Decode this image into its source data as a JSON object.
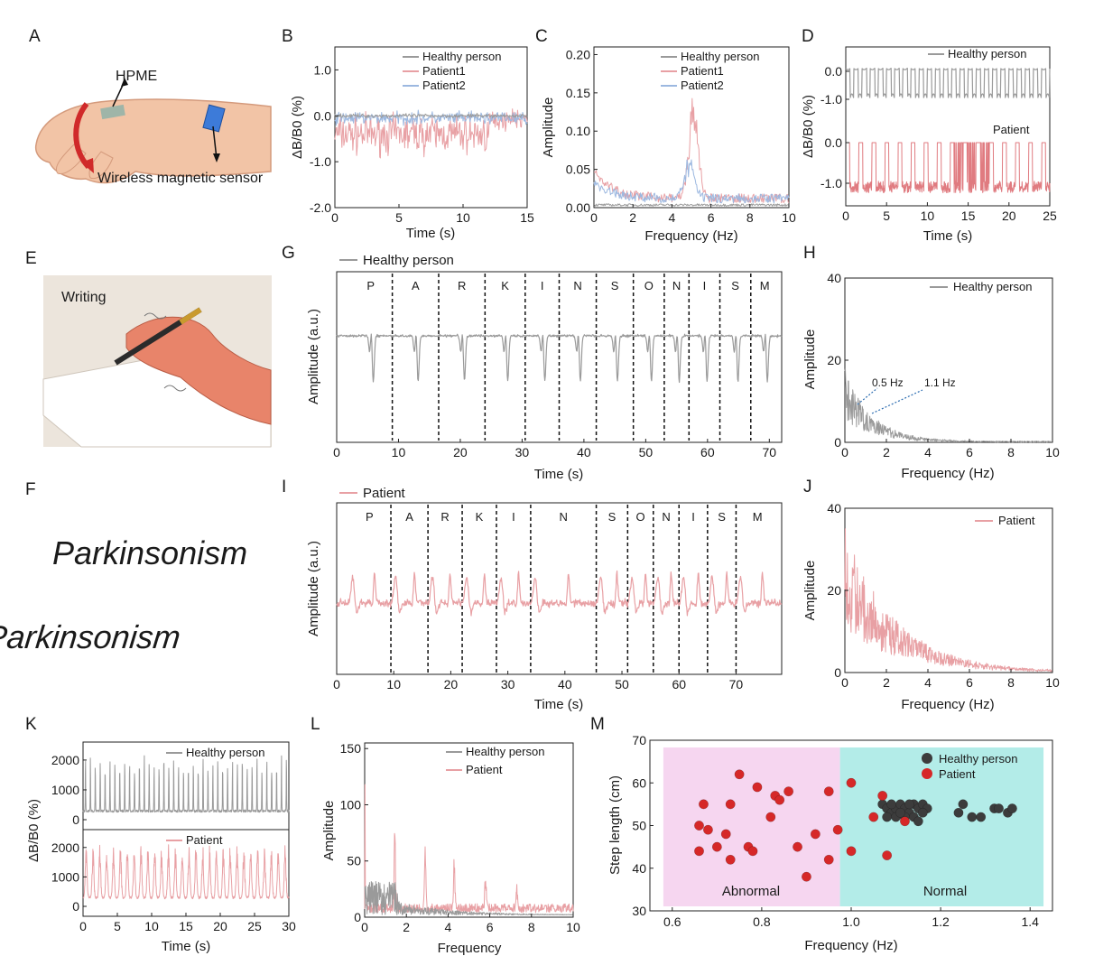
{
  "colors": {
    "healthy": "#9a9a9a",
    "patient": "#e8a0a4",
    "patient_dark": "#e07b80",
    "patient2": "#9cb8e0",
    "abnormal_bg": "#f6d6f0",
    "normal_bg": "#b3ece8",
    "healthy_dot": "#3c3c3c",
    "patient_dot": "#d62828"
  },
  "labels": {
    "A": "A",
    "B": "B",
    "C": "C",
    "D": "D",
    "E": "E",
    "F": "F",
    "G": "G",
    "H": "H",
    "I": "I",
    "J": "J",
    "K": "K",
    "L": "L",
    "M": "M"
  },
  "illustrations": {
    "hpme": "HPME",
    "wireless": "Wireless magnetic sensor",
    "writing": "Writing",
    "handwriting_1": "Parkinsonism",
    "handwriting_2": "Parkinsonism"
  },
  "chart_data": [
    {
      "id": "B",
      "type": "line",
      "xlabel": "Time (s)",
      "ylabel": "ΔB/B0 (%)",
      "xlim": [
        0,
        15
      ],
      "ylim": [
        -2.0,
        1.5
      ],
      "xticks": [
        "0",
        "5",
        "10",
        "15"
      ],
      "yticks": [
        "-2.0",
        "-1.0",
        "0.0",
        "1.0"
      ],
      "series": [
        {
          "name": "Healthy person",
          "color": "#9a9a9a",
          "mean": 0.0,
          "amp": 0.06
        },
        {
          "name": "Patient1",
          "color": "#e8a0a4",
          "mean": -0.4,
          "amp": 0.6
        },
        {
          "name": "Patient2",
          "color": "#9cb8e0",
          "mean": -0.05,
          "amp": 0.2
        }
      ]
    },
    {
      "id": "C",
      "type": "line",
      "xlabel": "Frequency (Hz)",
      "ylabel": "Amplitude",
      "xlim": [
        0,
        10
      ],
      "ylim": [
        0,
        0.21
      ],
      "xticks": [
        "0",
        "2",
        "4",
        "6",
        "8",
        "10"
      ],
      "yticks": [
        "0.00",
        "0.05",
        "0.10",
        "0.15",
        "0.20"
      ],
      "series": [
        {
          "name": "Healthy person",
          "color": "#9a9a9a",
          "peak_x": 0.0,
          "peak_y": 0.005
        },
        {
          "name": "Patient1",
          "color": "#e8a0a4",
          "peak_x": 5.1,
          "peak_y": 0.13
        },
        {
          "name": "Patient2",
          "color": "#9cb8e0",
          "peak_x": 4.9,
          "peak_y": 0.055
        }
      ]
    },
    {
      "id": "D",
      "type": "line",
      "xlabel": "Time (s)",
      "ylabel": "ΔB/B0 (%)",
      "xlim": [
        0,
        25
      ],
      "xticks": [
        "0",
        "5",
        "10",
        "15",
        "20",
        "25"
      ],
      "yticks_top": [
        "0.0",
        "-1.0"
      ],
      "yticks_bottom": [
        "0.0",
        "-1.0"
      ],
      "annotation": "Patient",
      "series": [
        {
          "name": "Healthy person",
          "color": "#9a9a9a",
          "period_s": 1.0,
          "min": -1.0,
          "max": 0.0
        },
        {
          "name": "Patient",
          "color": "#e07b80",
          "period_s": 1.6,
          "min": -1.3,
          "max": 0.0
        }
      ]
    },
    {
      "id": "G",
      "type": "line",
      "xlabel": "Time (s)",
      "ylabel": "Amplitude (a.u.)",
      "xlim": [
        0,
        72
      ],
      "xticks": [
        "0",
        "10",
        "20",
        "30",
        "40",
        "50",
        "60",
        "70"
      ],
      "letters": [
        "P",
        "A",
        "R",
        "K",
        "I",
        "N",
        "S",
        "O",
        "N",
        "I",
        "S",
        "M"
      ],
      "dividers": [
        9,
        16.5,
        24,
        30.5,
        36,
        42,
        48,
        53,
        57,
        62,
        67
      ],
      "series": [
        {
          "name": "Healthy person",
          "color": "#9a9a9a"
        }
      ]
    },
    {
      "id": "H",
      "type": "line",
      "xlabel": "Frequency (Hz)",
      "ylabel": "Amplitude",
      "xlim": [
        0,
        10
      ],
      "ylim": [
        0,
        40
      ],
      "xticks": [
        "0",
        "2",
        "4",
        "6",
        "8",
        "10"
      ],
      "yticks": [
        "0",
        "20",
        "40"
      ],
      "annotations": [
        {
          "text": "0.5 Hz",
          "x": 0.5
        },
        {
          "text": "1.1 Hz",
          "x": 1.1
        }
      ],
      "series": [
        {
          "name": "Healthy person",
          "color": "#9a9a9a",
          "peak_y": 18
        }
      ]
    },
    {
      "id": "I",
      "type": "line",
      "xlabel": "Time (s)",
      "ylabel": "Amplitude (a.u.)",
      "xlim": [
        0,
        78
      ],
      "xticks": [
        "0",
        "10",
        "20",
        "30",
        "40",
        "50",
        "60",
        "70"
      ],
      "letters": [
        "P",
        "A",
        "R",
        "K",
        "I",
        "N",
        "S",
        "O",
        "N",
        "I",
        "S",
        "M"
      ],
      "dividers": [
        9.5,
        16,
        22,
        28,
        34,
        45.5,
        51,
        55.5,
        60,
        65,
        70
      ],
      "series": [
        {
          "name": "Patient",
          "color": "#e8a0a4"
        }
      ]
    },
    {
      "id": "J",
      "type": "line",
      "xlabel": "Frequency (Hz)",
      "ylabel": "Amplitude",
      "xlim": [
        0,
        10
      ],
      "ylim": [
        0,
        40
      ],
      "xticks": [
        "0",
        "2",
        "4",
        "6",
        "8",
        "10"
      ],
      "yticks": [
        "0",
        "20",
        "40"
      ],
      "series": [
        {
          "name": "Patient",
          "color": "#e8a0a4",
          "peak_y": 35
        }
      ]
    },
    {
      "id": "K",
      "type": "line",
      "xlabel": "Time (s)",
      "ylabel": "ΔB/B0 (%)",
      "xlim": [
        0,
        30
      ],
      "xticks": [
        "0",
        "5",
        "10",
        "15",
        "20",
        "25",
        "30"
      ],
      "yticks_top": [
        "0",
        "1000",
        "2000"
      ],
      "yticks_bottom": [
        "0",
        "1000",
        "2000"
      ],
      "series": [
        {
          "name": "Healthy person",
          "color": "#9a9a9a",
          "peaks": 42,
          "peak_y": 1600
        },
        {
          "name": "Patient",
          "color": "#e8a0a4",
          "peaks": 30,
          "peak_y": 1500
        }
      ]
    },
    {
      "id": "L",
      "type": "line",
      "xlabel": "Frequency",
      "ylabel": "Amplitude",
      "xlim": [
        0,
        10
      ],
      "ylim": [
        0,
        155
      ],
      "xticks": [
        "0",
        "2",
        "4",
        "6",
        "8",
        "10"
      ],
      "yticks": [
        "0",
        "50",
        "100",
        "150"
      ],
      "series": [
        {
          "name": "Healthy person",
          "color": "#9a9a9a"
        },
        {
          "name": "Patient",
          "color": "#e8a0a4"
        }
      ]
    },
    {
      "id": "M",
      "type": "scatter",
      "xlabel": "Frequency (Hz)",
      "ylabel": "Step length (cm)",
      "xlim": [
        0.55,
        1.45
      ],
      "ylim": [
        30,
        70
      ],
      "xticks": [
        "0.6",
        "0.8",
        "1.0",
        "1.2",
        "1.4"
      ],
      "yticks": [
        "30",
        "40",
        "50",
        "60",
        "70"
      ],
      "regions": [
        {
          "label": "Abnormal",
          "x0": 0.58,
          "x1": 0.975
        },
        {
          "label": "Normal",
          "x0": 0.975,
          "x1": 1.43
        }
      ],
      "series": [
        {
          "name": "Healthy person",
          "color": "#3c3c3c",
          "points": [
            [
              1.07,
              55
            ],
            [
              1.08,
              54
            ],
            [
              1.09,
              53
            ],
            [
              1.1,
              54
            ],
            [
              1.11,
              55
            ],
            [
              1.12,
              54
            ],
            [
              1.13,
              53
            ],
            [
              1.14,
              55
            ],
            [
              1.15,
              54
            ],
            [
              1.16,
              55
            ],
            [
              1.1,
              52
            ],
            [
              1.12,
              52
            ],
            [
              1.14,
              52
            ],
            [
              1.15,
              51
            ],
            [
              1.09,
              55
            ],
            [
              1.11,
              53
            ],
            [
              1.13,
              55
            ],
            [
              1.17,
              54
            ],
            [
              1.24,
              53
            ],
            [
              1.25,
              55
            ],
            [
              1.27,
              52
            ],
            [
              1.29,
              52
            ],
            [
              1.32,
              54
            ],
            [
              1.33,
              54
            ],
            [
              1.35,
              53
            ],
            [
              1.36,
              54
            ],
            [
              1.08,
              52
            ],
            [
              1.16,
              53
            ]
          ]
        },
        {
          "name": "Patient",
          "color": "#d62828",
          "points": [
            [
              0.66,
              44
            ],
            [
              0.66,
              50
            ],
            [
              0.67,
              55
            ],
            [
              0.68,
              49
            ],
            [
              0.7,
              45
            ],
            [
              0.72,
              48
            ],
            [
              0.73,
              42
            ],
            [
              0.73,
              55
            ],
            [
              0.75,
              62
            ],
            [
              0.77,
              45
            ],
            [
              0.78,
              44
            ],
            [
              0.79,
              59
            ],
            [
              0.82,
              52
            ],
            [
              0.83,
              57
            ],
            [
              0.84,
              56
            ],
            [
              0.86,
              58
            ],
            [
              0.88,
              45
            ],
            [
              0.9,
              38
            ],
            [
              0.92,
              48
            ],
            [
              0.95,
              42
            ],
            [
              0.95,
              58
            ],
            [
              0.97,
              49
            ],
            [
              1.0,
              60
            ],
            [
              1.0,
              44
            ],
            [
              1.05,
              52
            ],
            [
              1.07,
              57
            ],
            [
              1.08,
              43
            ],
            [
              1.12,
              51
            ]
          ]
        }
      ]
    }
  ]
}
